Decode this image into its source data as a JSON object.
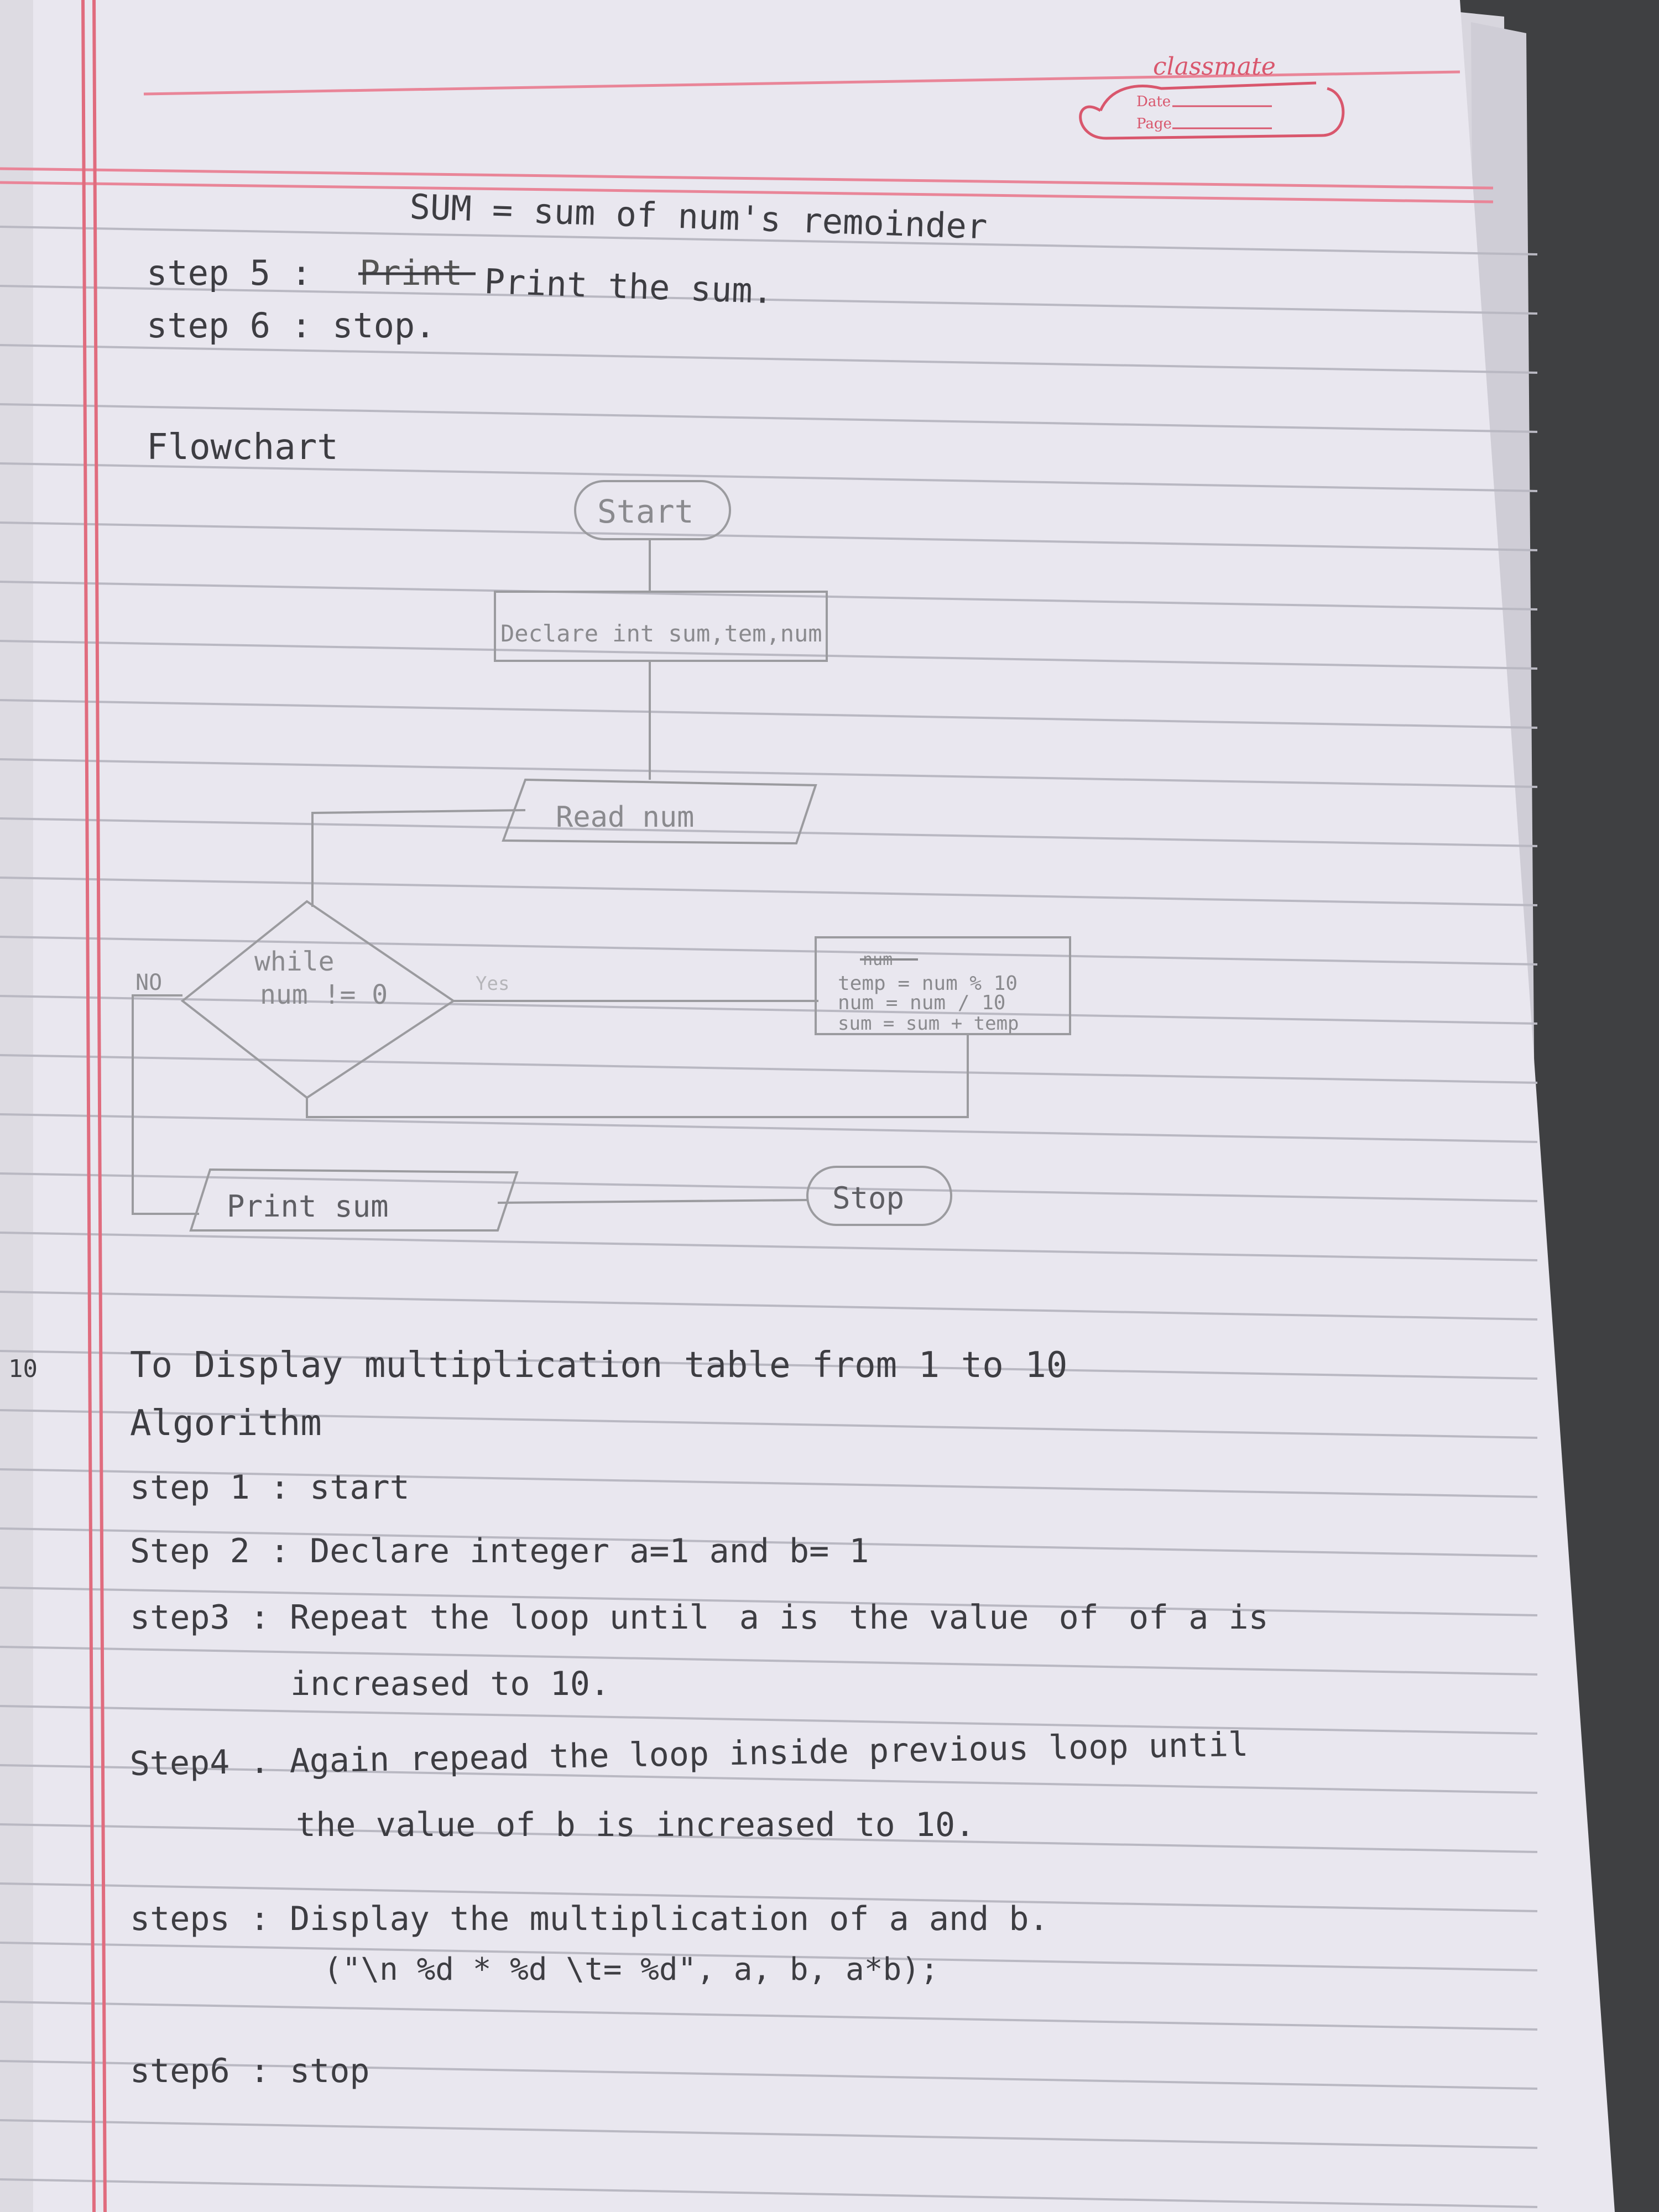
{
  "header": {
    "brand": "classmate",
    "date_label": "Date",
    "page_label": "Page"
  },
  "lines": {
    "sum_def": "SUM = sum of num's remoinder",
    "step5_struck": "Print",
    "step5": "Print the sum.",
    "step6": "step 6 : stop.",
    "flowchart_title": "Flowchart"
  },
  "flowchart": {
    "start": "Start",
    "declare": "Declare int sum,tem,num",
    "read": "Read num",
    "cond_line1": "while",
    "cond_line2": "num != 0",
    "no_label": "NO",
    "yes_label": "Yes",
    "proc_struck": "num",
    "proc_line1": "temp = num % 10",
    "proc_line2": "num = num / 10",
    "proc_line3": "sum = sum + temp",
    "print": "Print sum",
    "stop": "Stop"
  },
  "section10": {
    "number": "10",
    "title": "To Display multiplication table from 1 to 10",
    "algorithm": "Algorithm",
    "step1": "step 1 : start",
    "step2": "Step 2 : Declare integer a=1 and b= 1",
    "step3_a": "step3 : Repeat the loop until",
    "step3_struck": "a is",
    "step3_b": "the value",
    "step3_struck2": "of",
    "step3_c": "of a is",
    "step3_cont": "increased to 10.",
    "step4": "Step4 . Again repead the loop inside previous loop until",
    "step4_cont": "the value of b is increased to 10.",
    "step5": "steps : Display the multiplication of a and b.",
    "step5_code": "(\"\\n %d  *  %d \\t= %d\", a, b, a*b);",
    "step6": "step6 : stop"
  },
  "colors": {
    "paper": "#e9e7ef",
    "ink": "#3d3d42",
    "pencil": "#8a8a8e",
    "margin": "#e06c7e",
    "ruled": "#b9b8c2"
  }
}
